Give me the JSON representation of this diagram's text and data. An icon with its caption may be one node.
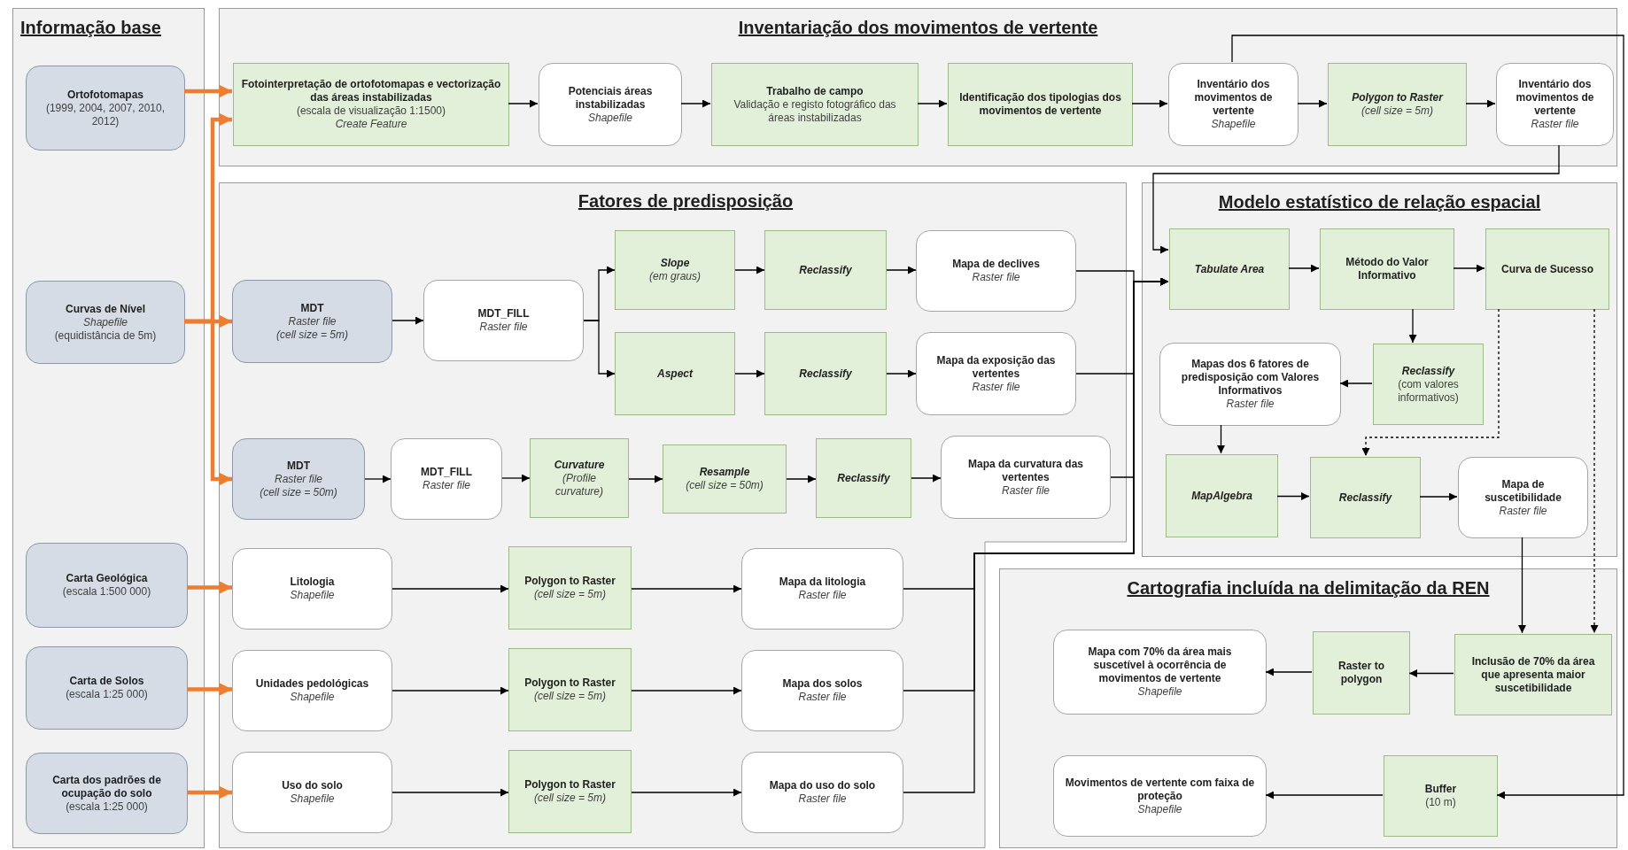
{
  "diagram": {
    "nodes": [
      {
        "text": [
          "Informação base"
        ]
      },
      {
        "text": [
          "Ortofotomapas",
          "(1999, 2004, 2007, 2010, 2012)"
        ],
        "in": 0
      },
      {
        "text": [
          "Curvas de Nível",
          "Shapefile",
          "(equidistância de 5m)"
        ],
        "in": 0
      },
      {
        "text": [
          "Carta Geológica",
          "(escala 1:500 000)"
        ],
        "in": 0
      },
      {
        "text": [
          "Carta de Solos",
          "(escala 1:25 000)"
        ],
        "in": 0
      },
      {
        "text": [
          "Carta dos padrões de ocupação do solo",
          "(escala 1:25 000)"
        ],
        "in": 0
      },
      {
        "text": [
          "Inventariação dos movimentos de vertente"
        ]
      },
      {
        "text": [
          "Fotointerpretação de ortofotomapas e vectorização das áreas instabilizadas",
          "(escala de visualização 1:1500)",
          "Create Feature"
        ],
        "in": 6
      },
      {
        "text": [
          "Potenciais áreas instabilizadas",
          "Shapefile"
        ],
        "in": 6
      },
      {
        "text": [
          "Trabalho de campo",
          "Validação e registo fotográfico das áreas instabilizadas"
        ],
        "in": 6
      },
      {
        "text": [
          "Identificação dos tipologias dos movimentos de vertente"
        ],
        "in": 6
      },
      {
        "text": [
          "Inventário dos movimentos de vertente",
          "Shapefile"
        ],
        "in": 6
      },
      {
        "text": [
          "Polygon to Raster",
          "(cell size = 5m)"
        ],
        "in": 6
      },
      {
        "text": [
          "Inventário dos movimentos de vertente",
          "Raster file"
        ],
        "in": 6
      },
      {
        "text": [
          "Fatores de predisposição"
        ]
      },
      {
        "text": [
          "MDT",
          "Raster file",
          "(cell size = 5m)"
        ],
        "in": 14
      },
      {
        "text": [
          "MDT_FILL",
          "Raster file"
        ],
        "in": 14
      },
      {
        "text": [
          "Slope",
          "(em graus)"
        ],
        "in": 14
      },
      {
        "text": [
          "Reclassify"
        ],
        "in": 14
      },
      {
        "text": [
          "Mapa de declives",
          "Raster file"
        ],
        "in": 14
      },
      {
        "text": [
          "Aspect"
        ],
        "in": 14
      },
      {
        "text": [
          "Reclassify"
        ],
        "in": 14
      },
      {
        "text": [
          "Mapa da exposição das vertentes",
          "Raster file"
        ],
        "in": 14
      },
      {
        "text": [
          "MDT",
          "Raster file",
          "(cell size = 50m)"
        ],
        "in": 14
      },
      {
        "text": [
          "MDT_FILL",
          "Raster file"
        ],
        "in": 14
      },
      {
        "text": [
          "Curvature",
          "(Profile curvature)"
        ],
        "in": 14
      },
      {
        "text": [
          "Resample",
          "(cell size = 50m)"
        ],
        "in": 14
      },
      {
        "text": [
          "Reclassify"
        ],
        "in": 14
      },
      {
        "text": [
          "Mapa da curvatura das vertentes",
          "Raster file"
        ],
        "in": 14
      },
      {
        "text": [
          "Litologia",
          "Shapefile"
        ],
        "in": 14
      },
      {
        "text": [
          "Polygon to Raster",
          "(cell size = 5m)"
        ],
        "in": 14
      },
      {
        "text": [
          "Mapa da litologia",
          "Raster file"
        ],
        "in": 14
      },
      {
        "text": [
          "Unidades pedológicas",
          "Shapefile"
        ],
        "in": 14
      },
      {
        "text": [
          "Polygon to Raster",
          "(cell size = 5m)"
        ],
        "in": 14
      },
      {
        "text": [
          "Mapa dos solos",
          "Raster file"
        ],
        "in": 14
      },
      {
        "text": [
          "Uso do solo",
          "Shapefile"
        ],
        "in": 14
      },
      {
        "text": [
          "Polygon to Raster",
          "(cell size = 5m)"
        ],
        "in": 14
      },
      {
        "text": [
          "Mapa do uso do solo",
          "Raster file"
        ],
        "in": 14
      },
      {
        "text": [
          "Modelo estatístico de relação espacial"
        ]
      },
      {
        "text": [
          "Tabulate Area"
        ],
        "in": 38
      },
      {
        "text": [
          "Método do Valor Informativo"
        ],
        "in": 38
      },
      {
        "text": [
          "Curva de Sucesso"
        ],
        "in": 38
      },
      {
        "text": [
          "Mapas dos 6 fatores de predisposição com Valores Informativos",
          "Raster file"
        ],
        "in": 38
      },
      {
        "text": [
          "Reclassify",
          "(com valores informativos)"
        ],
        "in": 38
      },
      {
        "text": [
          "MapAlgebra"
        ],
        "in": 38
      },
      {
        "text": [
          "Reclassify"
        ],
        "in": 38
      },
      {
        "text": [
          "Mapa de suscetibilidade",
          "Raster file"
        ],
        "in": 38
      },
      {
        "text": [
          "Cartografia incluída na delimitação da REN"
        ]
      },
      {
        "text": [
          "Mapa com 70% da área mais suscetível à ocorrência de movimentos de vertente",
          "Shapefile"
        ],
        "in": 47
      },
      {
        "text": [
          "Raster to polygon"
        ],
        "in": 47
      },
      {
        "text": [
          "Inclusão de 70% da área que apresenta maior suscetibilidade"
        ],
        "in": 47
      },
      {
        "text": [
          "Movimentos de vertente com faixa de proteção",
          "Shapefile"
        ],
        "in": 47
      },
      {
        "text": [
          "Buffer",
          "(10 m)"
        ],
        "in": 47
      }
    ],
    "edges": [
      {
        "from": 1,
        "to": 7,
        "arrow": "to",
        "style": "thick",
        "color": "#ed7d31"
      },
      {
        "from": 2,
        "to": 7,
        "arrow": "to",
        "style": "thick",
        "color": "#ed7d31"
      },
      {
        "from": 2,
        "to": 15,
        "arrow": "to",
        "style": "thick",
        "color": "#ed7d31"
      },
      {
        "from": 2,
        "to": 23,
        "arrow": "to",
        "style": "thick",
        "color": "#ed7d31"
      },
      {
        "from": 3,
        "to": 29,
        "arrow": "to",
        "style": "thick",
        "color": "#ed7d31"
      },
      {
        "from": 4,
        "to": 32,
        "arrow": "to",
        "style": "thick",
        "color": "#ed7d31"
      },
      {
        "from": 5,
        "to": 35,
        "arrow": "to",
        "style": "thick",
        "color": "#ed7d31"
      },
      {
        "from": 7,
        "to": 8,
        "arrow": "to"
      },
      {
        "from": 8,
        "to": 9,
        "arrow": "to"
      },
      {
        "from": 9,
        "to": 10,
        "arrow": "to"
      },
      {
        "from": 10,
        "to": 11,
        "arrow": "to"
      },
      {
        "from": 11,
        "to": 12,
        "arrow": "to"
      },
      {
        "from": 12,
        "to": 13,
        "arrow": "to"
      },
      {
        "from": 11,
        "to": 52,
        "arrow": "to"
      },
      {
        "from": 13,
        "to": 39,
        "arrow": "to"
      },
      {
        "from": 19,
        "to": 39,
        "arrow": "to"
      },
      {
        "from": 22,
        "to": 39,
        "arrow": "to"
      },
      {
        "from": 28,
        "to": 39,
        "arrow": "to"
      },
      {
        "from": 31,
        "to": 39,
        "arrow": "to"
      },
      {
        "from": 34,
        "to": 39,
        "arrow": "to"
      },
      {
        "from": 37,
        "to": 39,
        "arrow": "to"
      },
      {
        "from": 15,
        "to": 16,
        "arrow": "to"
      },
      {
        "from": 16,
        "to": 17,
        "arrow": "to"
      },
      {
        "from": 16,
        "to": 20,
        "arrow": "to"
      },
      {
        "from": 17,
        "to": 18,
        "arrow": "to"
      },
      {
        "from": 18,
        "to": 19,
        "arrow": "to"
      },
      {
        "from": 20,
        "to": 21,
        "arrow": "to"
      },
      {
        "from": 21,
        "to": 22,
        "arrow": "to"
      },
      {
        "from": 23,
        "to": 24,
        "arrow": "to"
      },
      {
        "from": 24,
        "to": 25,
        "arrow": "to"
      },
      {
        "from": 25,
        "to": 26,
        "arrow": "to"
      },
      {
        "from": 26,
        "to": 27,
        "arrow": "to"
      },
      {
        "from": 27,
        "to": 28,
        "arrow": "to"
      },
      {
        "from": 29,
        "to": 30,
        "arrow": "to"
      },
      {
        "from": 30,
        "to": 31,
        "arrow": "to"
      },
      {
        "from": 32,
        "to": 33,
        "arrow": "to"
      },
      {
        "from": 33,
        "to": 34,
        "arrow": "to"
      },
      {
        "from": 35,
        "to": 36,
        "arrow": "to"
      },
      {
        "from": 36,
        "to": 37,
        "arrow": "to"
      },
      {
        "from": 39,
        "to": 40,
        "arrow": "to"
      },
      {
        "from": 40,
        "to": 41,
        "arrow": "to"
      },
      {
        "from": 40,
        "to": 43,
        "arrow": "to"
      },
      {
        "from": 43,
        "to": 42,
        "arrow": "to"
      },
      {
        "from": 42,
        "to": 44,
        "arrow": "to"
      },
      {
        "from": 44,
        "to": 45,
        "arrow": "to"
      },
      {
        "from": 41,
        "to": 45,
        "arrow": "to",
        "style": "dashed"
      },
      {
        "from": 45,
        "to": 46,
        "arrow": "to"
      },
      {
        "from": 46,
        "to": 50,
        "arrow": "to"
      },
      {
        "from": 41,
        "to": 50,
        "arrow": "to",
        "style": "dashed"
      },
      {
        "from": 50,
        "to": 49,
        "arrow": "to"
      },
      {
        "from": 49,
        "to": 48,
        "arrow": "to"
      },
      {
        "from": 52,
        "to": 51,
        "arrow": "to"
      }
    ]
  }
}
